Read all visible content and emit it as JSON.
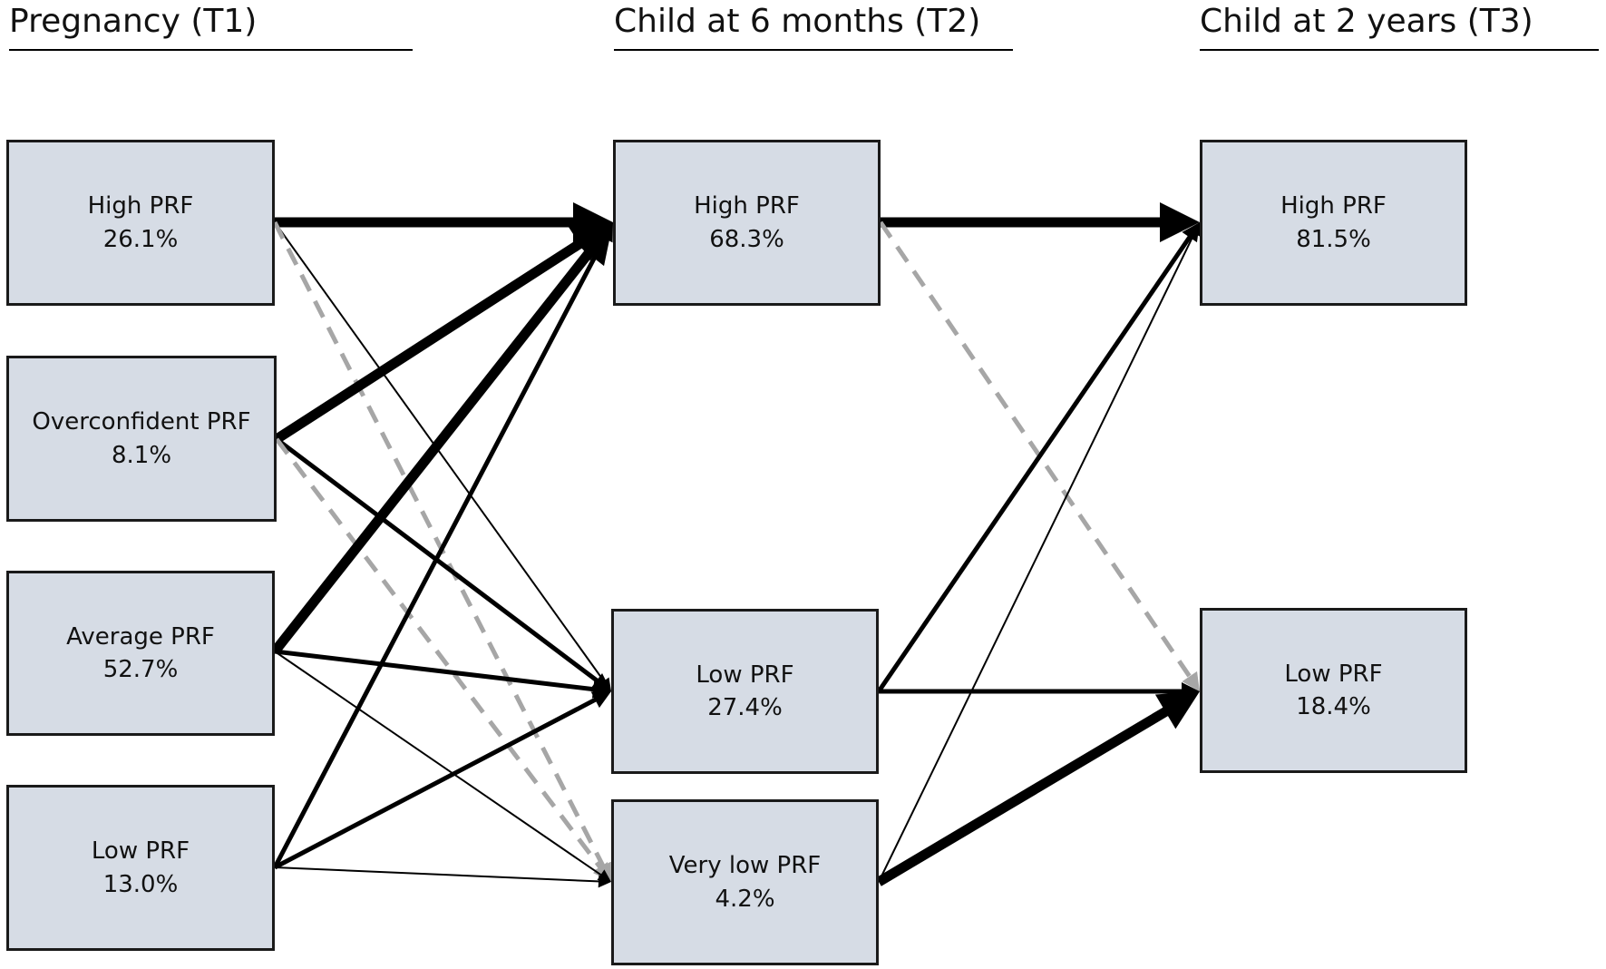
{
  "columns": {
    "t1": {
      "title": "Pregnancy (T1)"
    },
    "t2": {
      "title": "Child at 6 months (T2)"
    },
    "t3": {
      "title": "Child at 2 years (T3)"
    }
  },
  "nodes": {
    "t1_high": {
      "label": "High PRF",
      "value": "26.1%"
    },
    "t1_over": {
      "label": "Overconfident PRF",
      "value": "8.1%"
    },
    "t1_avg": {
      "label": "Average PRF",
      "value": "52.7%"
    },
    "t1_low": {
      "label": "Low PRF",
      "value": "13.0%"
    },
    "t2_high": {
      "label": "High PRF",
      "value": "68.3%"
    },
    "t2_low": {
      "label": "Low PRF",
      "value": "27.4%"
    },
    "t2_vlow": {
      "label": "Very low PRF",
      "value": "4.2%"
    },
    "t3_high": {
      "label": "High PRF",
      "value": "81.5%"
    },
    "t3_low": {
      "label": "Low PRF",
      "value": "18.4%"
    }
  },
  "transitions": [
    {
      "from": "t1_high",
      "to": "t2_high",
      "weight": "thick",
      "style": "solid"
    },
    {
      "from": "t1_high",
      "to": "t2_low",
      "weight": "thin",
      "style": "solid"
    },
    {
      "from": "t1_high",
      "to": "t2_vlow",
      "weight": "medium",
      "style": "dashed"
    },
    {
      "from": "t1_over",
      "to": "t2_high",
      "weight": "thick",
      "style": "solid"
    },
    {
      "from": "t1_over",
      "to": "t2_low",
      "weight": "medium",
      "style": "solid"
    },
    {
      "from": "t1_over",
      "to": "t2_vlow",
      "weight": "medium",
      "style": "dashed"
    },
    {
      "from": "t1_avg",
      "to": "t2_high",
      "weight": "thick",
      "style": "solid"
    },
    {
      "from": "t1_avg",
      "to": "t2_low",
      "weight": "medium",
      "style": "solid"
    },
    {
      "from": "t1_avg",
      "to": "t2_vlow",
      "weight": "thin",
      "style": "solid"
    },
    {
      "from": "t1_low",
      "to": "t2_high",
      "weight": "medium",
      "style": "solid"
    },
    {
      "from": "t1_low",
      "to": "t2_low",
      "weight": "medium",
      "style": "solid"
    },
    {
      "from": "t1_low",
      "to": "t2_vlow",
      "weight": "thin",
      "style": "solid"
    },
    {
      "from": "t2_high",
      "to": "t3_high",
      "weight": "thick",
      "style": "solid"
    },
    {
      "from": "t2_high",
      "to": "t3_low",
      "weight": "medium",
      "style": "dashed"
    },
    {
      "from": "t2_low",
      "to": "t3_high",
      "weight": "medium",
      "style": "solid"
    },
    {
      "from": "t2_low",
      "to": "t3_low",
      "weight": "medium",
      "style": "solid"
    },
    {
      "from": "t2_vlow",
      "to": "t3_high",
      "weight": "thin",
      "style": "solid"
    },
    {
      "from": "t2_vlow",
      "to": "t3_low",
      "weight": "thick",
      "style": "solid"
    }
  ],
  "colors": {
    "box_fill": "#d6dce5",
    "box_border": "#1a1a1a",
    "arrow_solid": "#000000",
    "arrow_dashed": "#a6a6a6"
  }
}
